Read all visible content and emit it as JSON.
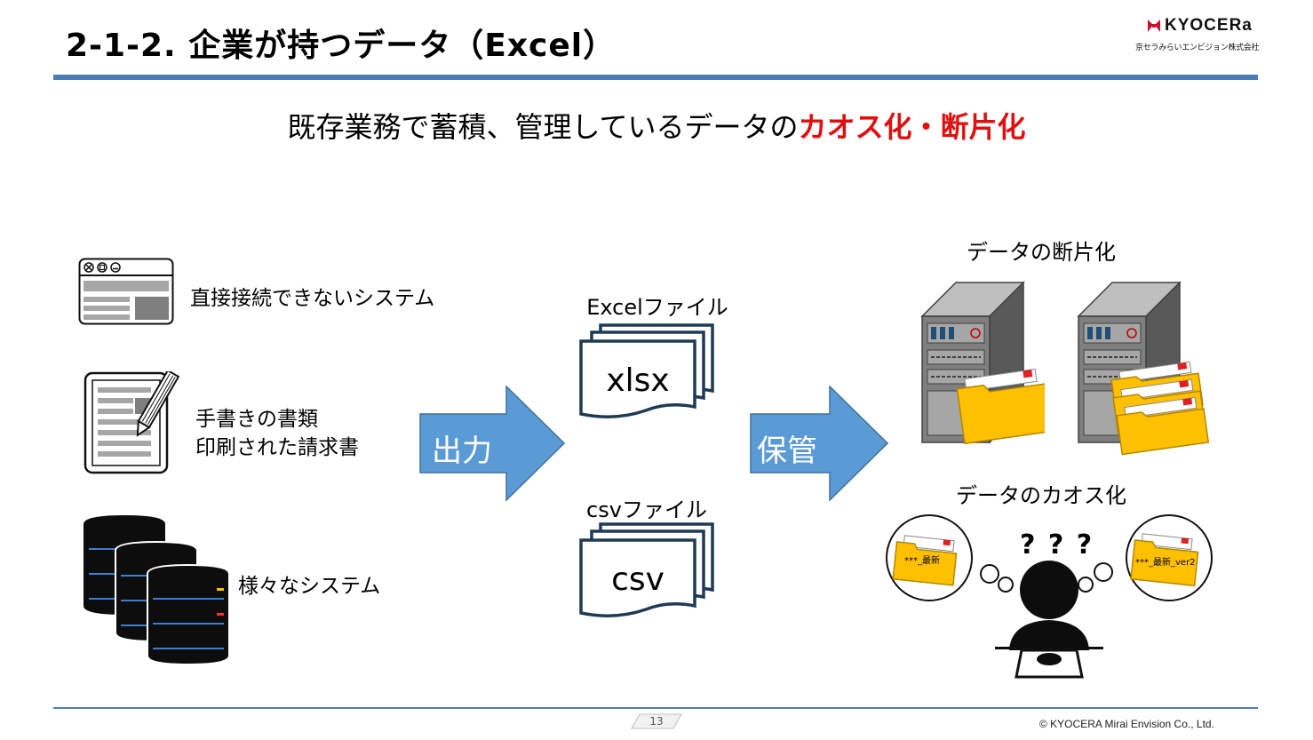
{
  "header": {
    "title": "2-1-2.  企業が持つデータ（Excel）",
    "logo_brand": "KYOCERa",
    "logo_sub": "京セラみらいエンビジョン株式会社"
  },
  "headline": {
    "text": "既存業務で蓄積、管理しているデータの",
    "highlight": "カオス化・断片化"
  },
  "sources": [
    {
      "label": "直接接続できないシステム"
    },
    {
      "label_line1": "手書きの書類",
      "label_line2": "印刷された請求書"
    },
    {
      "label": "様々なシステム"
    }
  ],
  "arrows": {
    "output": "出力",
    "store": "保管"
  },
  "files": {
    "excel_label": "Excelファイル",
    "excel_text": "xlsx",
    "csv_label": "csvファイル",
    "csv_text": "csv"
  },
  "right": {
    "fragment_label": "データの断片化",
    "chaos_label": "データのカオス化",
    "question_marks": "? ? ?",
    "folder_left": "***_最新",
    "folder_right": "***_最新_ver2"
  },
  "footer": {
    "page": "13",
    "copyright": "© KYOCERA Mirai Envision Co., Ltd."
  },
  "colors": {
    "accent_blue": "#4a7db8",
    "arrow_blue": "#5b9bd5",
    "highlight_red": "#e01010",
    "folder_yellow": "#ffc000",
    "doc_stroke": "#1f3a55"
  }
}
